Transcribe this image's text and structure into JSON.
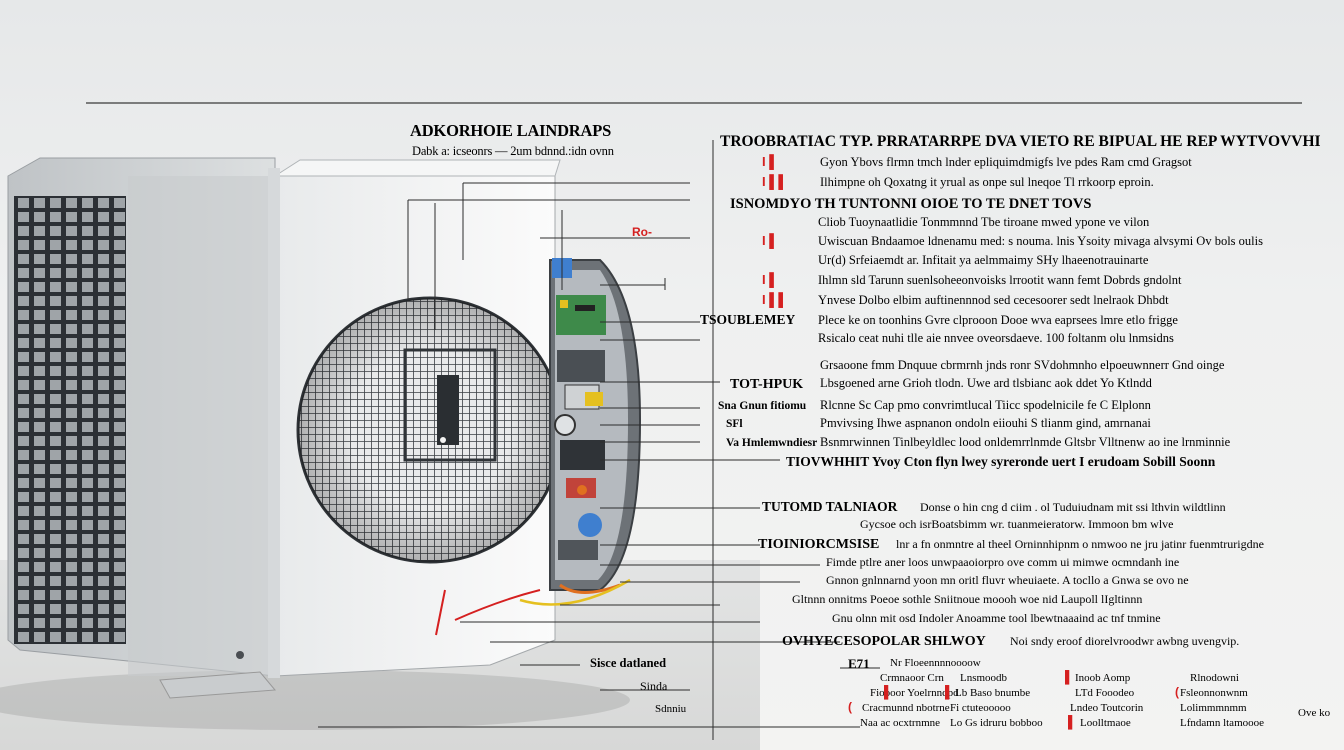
{
  "header": {
    "title": "ADKORHOIE LAINDRAPS",
    "subtitle": "Dabk a: icseonrs — 2um bdnnd.:idn ovnn"
  },
  "headline": "TROOBRATIAC TYP. PRRATARRPE DVA VIETO RE BIPUAL HE REP WYTVOVVHI",
  "intro_lines": [
    "Gyon Ybovs flrmn tmch lnder epliquimdmigfs lve pdes Ram cmd Gragsot",
    "Ilhimpne oh Qoxatng it yrual as onpe sul lneqoe Tl rrkoorp eproin."
  ],
  "section1": {
    "heading": "ISNOMDYO TH TUNTONNI OIOE TO TE DNET TOVS",
    "side_label": "Ro-",
    "lines": [
      "Cliob Tuoynaatlidie Tonmmnnd Tbe tiroane mwed ypone ve vilon",
      "Uwiscuan Bndaamoe ldnenamu med: s nouma. lnis Ysoity mivaga alvsymi Ov bols oulis",
      "Ur(d) Srfeiaemdt ar. Infitait ya aelmmaimy SHy lhaeenotrauinarte",
      "Ihlmn sld Tarunn suenlsoheeonvoisks lrrootit wann femt Dobrds gndolnt",
      "Ynvese Dolbo elbim auftinennnod sed cecesoorer sedt lnelraok Dhbdt"
    ]
  },
  "section2": {
    "heading": "TSOUBLEMEY",
    "lines": [
      "Plece ke on toonhins Gvre clprooon Dooe wva eaprsees lmre etlo frigge",
      "Rsicalo ceat nuhi tlle aie nnvee oveorsdaeve. 100 foltanm olu lnmsidns"
    ]
  },
  "section3": {
    "heading": "TOT-HPUK",
    "lines": [
      "Grsaoone fmm Dnquue cbrmrnh jnds ronr SVdohmnho elpoeuwnnerr Gnd oinge",
      "Lbsgoened arne Grioh tlodn. Uwe ard tlsbianc aok ddet Yo Ktlndd",
      "Rlcnne Sc Cap pmo convrimtlucal Tiicc spodelnicile fe C Elplonn",
      "Pmvivsing Ihwe aspnanon ondoln eiiouhi S tlianm gind, amrnanai",
      "Bsnmrwinnen Tinlbeyldlec lood onldemrrlnmde Gltsbr Vlltnenw ao ine lrnminnie"
    ],
    "left_labels": [
      "Sna Gnun fitiomu",
      "SFl",
      "Va Hmlemwndiesr"
    ]
  },
  "highlight_line": "TIOVWHHIT Yvoy Cton flyn lwey syreronde uert I erudoam Sobill Soonn",
  "section4": {
    "heading": "TUTOMD TALNIAOR",
    "lines": [
      "Donse o hin cng d ciim . ol Tuduiudnam mit ssi lthvin wildtlinn",
      "Gycsoe och isrBoatsbimm wr. tuanmeieratorw. Immoon bm wlve"
    ]
  },
  "section5": {
    "heading": "TIOINIORCMSISE",
    "lines": [
      "lnr a fn onmntre al theel Orninnhipnm o nmwoo ne jru jatinr fuenmtrurigdne",
      "Fimde ptlre aner loos unwpaaoiorpro ove comm ui mimwe ocmndanh ine",
      "Gnnon gnlnnarnd yoon mn oritl fluvr wheuiaete. A tocllo a Gnwa se ovo ne",
      "Gltnnn onnitms Poeoe sothle Sniitnoue moooh woe nid Laupoll lIgltinnn",
      "Gnu olnn mit osd Indoler Anoamme tool lbewtnaaaind ac tnf tnmine"
    ]
  },
  "section6": {
    "heading": "OVHYECESOPOLAR SHLWOY",
    "lines": [
      "Noi sndy eroof diorelvroodwr awbng uvengvip."
    ]
  },
  "bottom_left_labels": [
    "Sisce datlaned",
    "Sinda",
    "Sdnniu"
  ],
  "table": {
    "marker": "E71",
    "columns": [
      [
        "Nr Floeennnnoooow",
        "Crmnaoor Crn",
        "Fioooor Yoelrnndpd",
        "Cracmunnd nbotrne",
        "Naa ac ocxtrnmne"
      ],
      [
        "Lnsmoodb",
        "Lb Baso bnumbe",
        "Fi ctuteooooo",
        "Lo Gs idruru bobboo"
      ],
      [
        "Inoob Aomp",
        "LTd Fooodeo",
        "Lndeo Toutcorin",
        "Loolltmaoe"
      ],
      [
        "Rlnodowni",
        "Fsleonnonwnm",
        "Lolimmmnmm",
        "Lfndamn ltamoooe"
      ]
    ],
    "corner": "Ove ko"
  },
  "colors": {
    "accent": "#d52020",
    "capacitor_blue": "#3f7fcf",
    "wire_orange": "#e07020",
    "wire_yellow": "#e5c020",
    "pcb_green": "#3e8a4a"
  }
}
